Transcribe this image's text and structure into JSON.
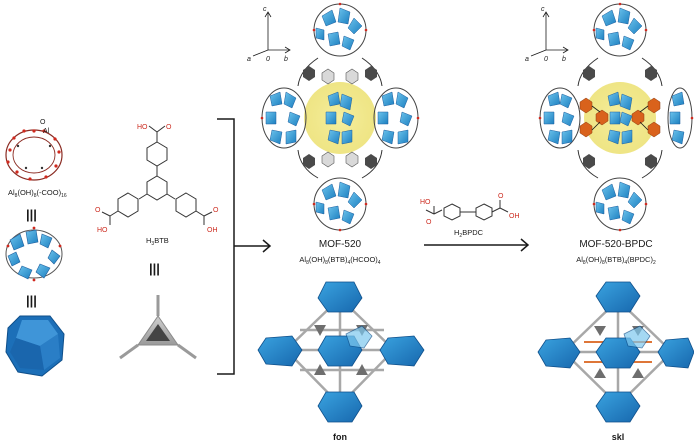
{
  "sbu": {
    "atom_labels": [
      "O",
      "Al"
    ],
    "formula_parts": [
      "Al",
      "8",
      "(OH)",
      "8",
      "(-COO)",
      "16"
    ],
    "equiv_symbol": "|||"
  },
  "linker": {
    "acid_left": "HO",
    "acid_right": "OH",
    "o_label": "O",
    "formula_parts": [
      "H",
      "3",
      "BTB"
    ],
    "equiv_symbol": "|||"
  },
  "mof520": {
    "title": "MOF-520",
    "formula_parts": [
      "Al",
      "8",
      "(OH)",
      "8",
      "(BTB)",
      "4",
      "(HCOO)",
      "4"
    ],
    "axes": {
      "c": "c",
      "a": "a",
      "o": "0",
      "b": "b"
    },
    "net": "fon"
  },
  "reagent": {
    "acid_left": "HO",
    "acid_right": "OH",
    "o_label": "O",
    "formula_parts": [
      "H",
      "2",
      "BPDC"
    ]
  },
  "mof520bpdc": {
    "title": "MOF-520-BPDC",
    "formula_parts": [
      "Al",
      "8",
      "(OH)",
      "8",
      "(BTB)",
      "4",
      "(BPDC)",
      "2"
    ],
    "axes": {
      "c": "c",
      "a": "a",
      "o": "0",
      "b": "b"
    },
    "net": "skl"
  },
  "colors": {
    "polyhedra": "#3f9fd4",
    "polyhedra_dark": "#1f5f9e",
    "oxygen": "#d0281d",
    "linker_gray": "#6e6e6e",
    "pore_yellow": "#efe27a",
    "bpdc_orange": "#d9621c",
    "node_blue": "#1fa1d9"
  }
}
